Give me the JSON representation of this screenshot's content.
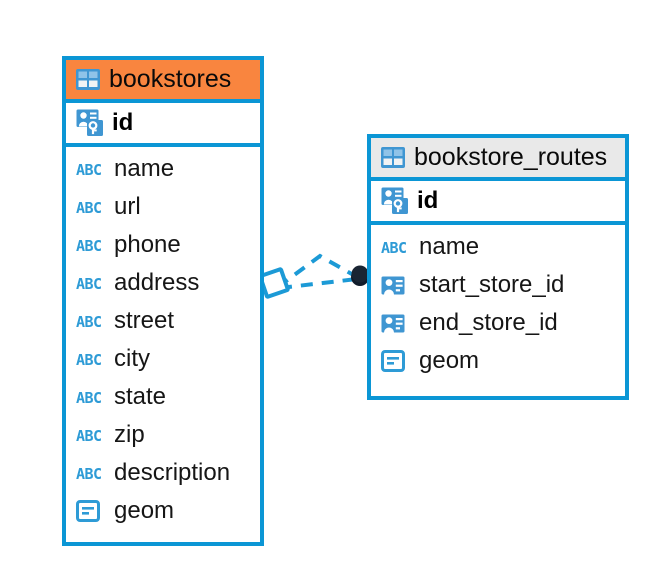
{
  "diagram": {
    "type": "entity-relationship-diagram",
    "background_color": "#ffffff",
    "accent_color": "#0b96d5",
    "highlight_color": "#f9853f",
    "header_grey": "#e9e9e9"
  },
  "entities": [
    {
      "name": "bookstores",
      "header_style": "orange",
      "table_icon": "table-icon",
      "primary_key": {
        "label": "id",
        "icon": "primary-key-icon"
      },
      "fields": [
        {
          "label": "name",
          "icon": "abc-icon",
          "glyph": "ABC"
        },
        {
          "label": "url",
          "icon": "abc-icon",
          "glyph": "ABC"
        },
        {
          "label": "phone",
          "icon": "abc-icon",
          "glyph": "ABC"
        },
        {
          "label": "address",
          "icon": "abc-icon",
          "glyph": "ABC"
        },
        {
          "label": "street",
          "icon": "abc-icon",
          "glyph": "ABC"
        },
        {
          "label": "city",
          "icon": "abc-icon",
          "glyph": "ABC"
        },
        {
          "label": "state",
          "icon": "abc-icon",
          "glyph": "ABC"
        },
        {
          "label": "zip",
          "icon": "abc-icon",
          "glyph": "ABC"
        },
        {
          "label": "description",
          "icon": "abc-icon",
          "glyph": "ABC"
        },
        {
          "label": "geom",
          "icon": "blob-icon",
          "glyph": ""
        }
      ]
    },
    {
      "name": "bookstore_routes",
      "header_style": "grey",
      "table_icon": "table-icon",
      "primary_key": {
        "label": "id",
        "icon": "primary-key-icon"
      },
      "fields": [
        {
          "label": "name",
          "icon": "abc-icon",
          "glyph": "ABC"
        },
        {
          "label": "start_store_id",
          "icon": "foreign-key-icon",
          "glyph": ""
        },
        {
          "label": "end_store_id",
          "icon": "foreign-key-icon",
          "glyph": ""
        },
        {
          "label": "geom",
          "icon": "blob-icon",
          "glyph": ""
        }
      ]
    }
  ],
  "relationship": {
    "name": "bookstores-to-bookstore-routes",
    "line_style": "dashed",
    "line_color": "#1c9ad6",
    "source_marker": "diamond",
    "target_marker": "filled-circle",
    "target_marker_color": "#0d1b2a"
  }
}
